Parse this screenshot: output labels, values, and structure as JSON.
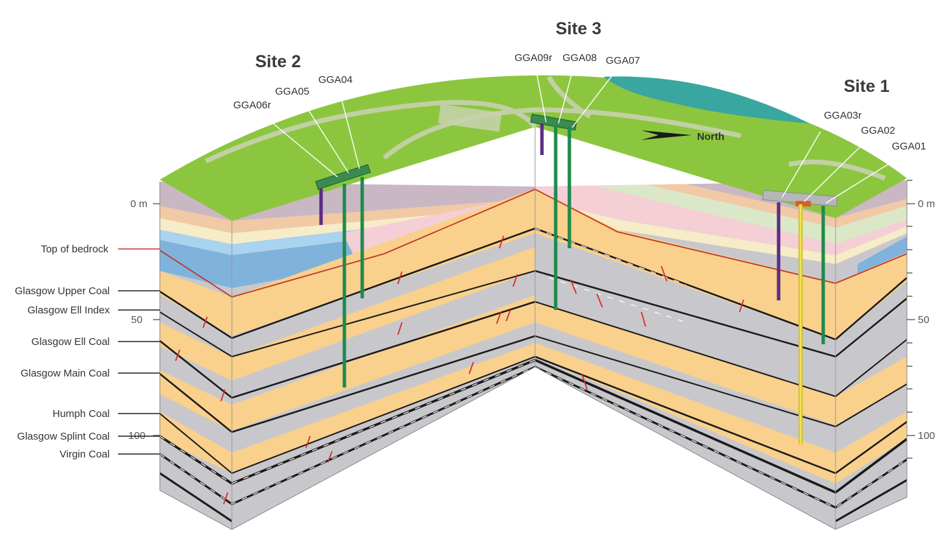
{
  "sites": [
    {
      "id": "site2",
      "label": "Site 2",
      "wells": [
        "GGA06r",
        "GGA05",
        "GGA04"
      ]
    },
    {
      "id": "site3",
      "label": "Site 3",
      "wells": [
        "GGA09r",
        "GGA08",
        "GGA07"
      ]
    },
    {
      "id": "site1",
      "label": "Site 1",
      "wells": [
        "GGA03r",
        "GGA02",
        "GGA01"
      ]
    }
  ],
  "north_label": "North",
  "layer_labels": [
    "Top of bedrock",
    "Glasgow Upper Coal",
    "Glasgow Ell Index",
    "Glasgow Ell Coal",
    "Glasgow Main Coal",
    "Humph Coal",
    "Glasgow Splint Coal",
    "Virgin Coal"
  ],
  "depth_scale": {
    "left": [
      "0 m",
      "50",
      "100"
    ],
    "right": [
      "0 m",
      "50",
      "100"
    ]
  },
  "colors": {
    "ground_surface": "#8cc63f",
    "river": "#3aa6a0",
    "roads": "#c8d1b0",
    "sandstone": "#f9d08c",
    "mudstone": "#c8c8cc",
    "coal": "#1a1a1a",
    "superficial_blue": "#a9d3ee",
    "superficial_pink": "#f4cfd6",
    "superficial_green": "#dbe8c8",
    "superficial_mauve": "#c9b8c4",
    "bedrock_line": "#c0392b",
    "fault": "#d62c2c",
    "well_green": "#1e8a4c",
    "well_purple": "#5b2c83",
    "well_yellow": "#f2e44b"
  }
}
